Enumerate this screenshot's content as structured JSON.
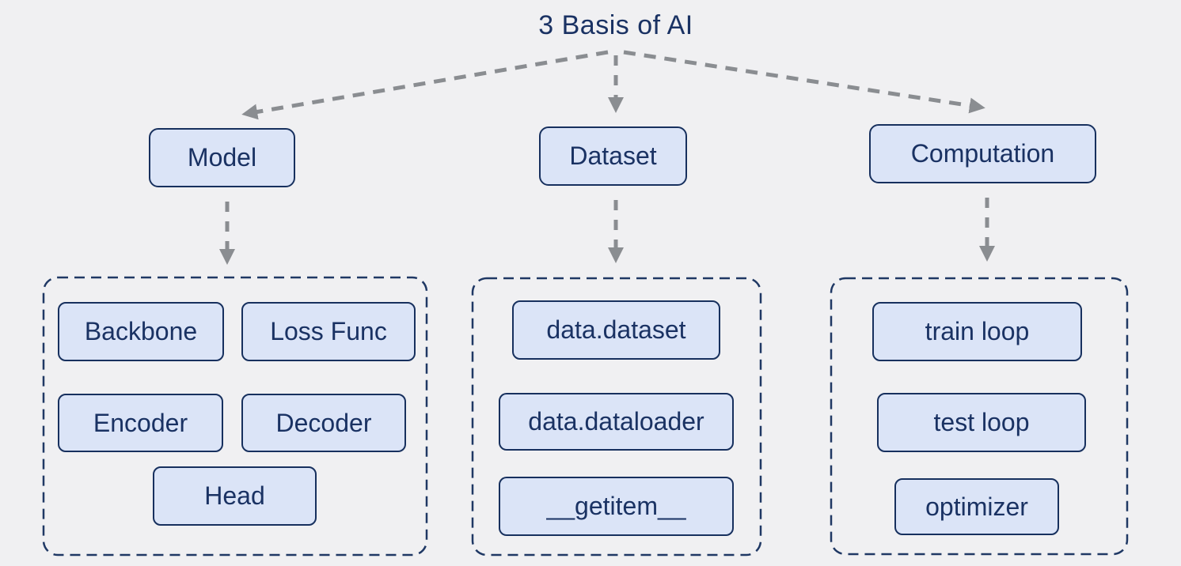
{
  "title": "3 Basis of AI",
  "colors": {
    "background": "#f0f0f2",
    "box_fill": "#dbe4f7",
    "box_border": "#17305e",
    "text": "#1a3263",
    "arrow": "#8a8d91",
    "container_border": "#1f3864"
  },
  "branches": [
    {
      "label": "Model",
      "children": [
        "Backbone",
        "Loss Func",
        "Encoder",
        "Decoder",
        "Head"
      ]
    },
    {
      "label": "Dataset",
      "children": [
        "data.dataset",
        "data.dataloader",
        "__getitem__"
      ]
    },
    {
      "label": "Computation",
      "children": [
        "train loop",
        "test loop",
        "optimizer"
      ]
    }
  ]
}
